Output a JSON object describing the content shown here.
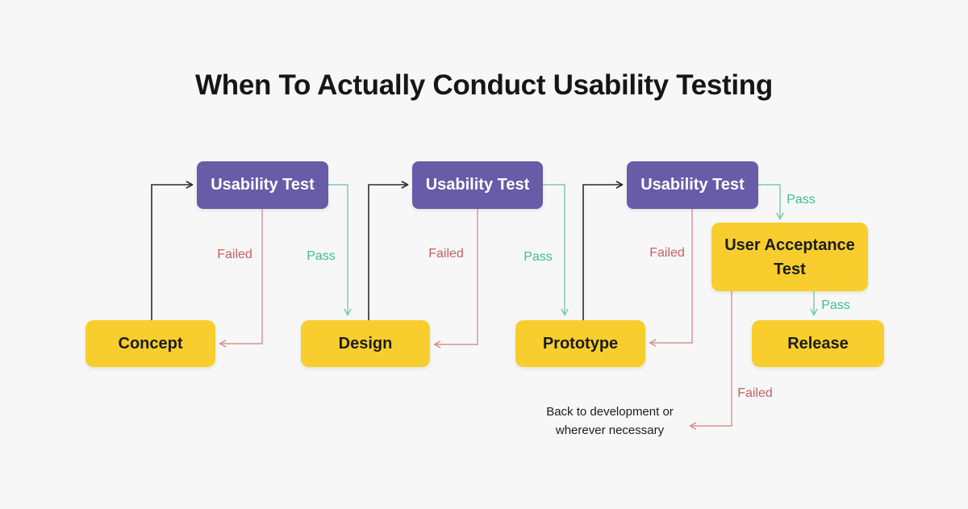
{
  "title": "When To Actually Conduct Usability Testing",
  "nodes": {
    "ut1": "Usability Test",
    "ut2": "Usability Test",
    "ut3": "Usability Test",
    "concept": "Concept",
    "design": "Design",
    "prototype": "Prototype",
    "uat": "User Acceptance Test",
    "release": "Release"
  },
  "edge_labels": {
    "failed1": "Failed",
    "pass1": "Pass",
    "failed2": "Failed",
    "pass2": "Pass",
    "failed3": "Failed",
    "pass3": "Pass",
    "pass4": "Pass",
    "failed4": "Failed"
  },
  "note": "Back to development or wherever necessary",
  "palette": {
    "background": "#F7F7F8",
    "purple_box": "#685BA7",
    "yellow_box": "#F7CE2D",
    "pass_text": "#3ABF8F",
    "pass_line": "#7CC9AC",
    "failed_text": "#C66060",
    "failed_line": "#D5938E",
    "flow_line": "#2D2D2D",
    "text_dark": "#1C1C1E",
    "text_light": "#FFFFFF"
  }
}
